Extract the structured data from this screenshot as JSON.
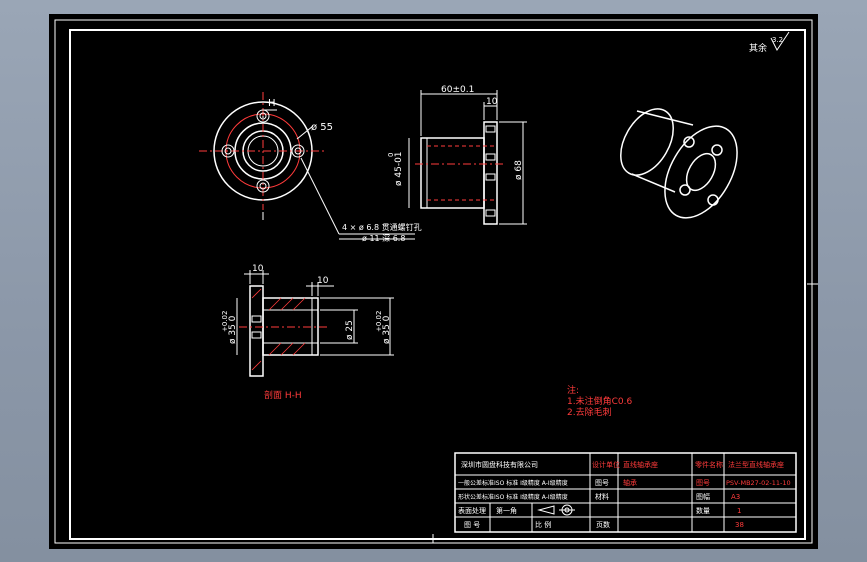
{
  "drawing": {
    "roughness_symbol": "其余",
    "roughness_value": "3.2",
    "section_marker": "H",
    "section_title": "剖面 H-H",
    "dims": {
      "dia_55": "ø 55",
      "len_60": "60±0.1",
      "len_10_top": "10",
      "dia_45": "ø 45-01",
      "dia_45_tol": "0",
      "dia_68": "ø 68",
      "hole_note": "4 × ø 6.8 贯通螺钉孔",
      "hole_note2": "ø 11 深 6.8",
      "len_10_a": "10",
      "len_10_b": "10",
      "dia_35_left": "ø 35 0",
      "dia_35_left_tol": "+0.02",
      "dia_25": "ø 25",
      "dia_35_right": "ø 35 0",
      "dia_35_right_tol": "+0.02"
    },
    "notes": {
      "title": "注:",
      "line1": "1.未注倒角C0.6",
      "line2": "2.去除毛刺"
    }
  },
  "title_block": {
    "company": "深圳市圆盘科技有限公司",
    "r1c2": "设计单位",
    "r1c3": "直线轴承座",
    "r1c4": "零件名称",
    "r1c5": "法兰型直线轴承座",
    "r2c1": "一般公差标准ISO 标准 I级精度 A-I级精度",
    "r2c2": "图号",
    "r2c3": "轴承",
    "r2c4": "图号",
    "r2c5": "PSV-MB27-02-11-10",
    "r3c1": "形状公差标准ISO 标准 I级精度 A-I级精度",
    "r3c2": "材料",
    "r3c4": "图幅",
    "r3c5": "A3",
    "r4c1": "表面处理",
    "r4c2": "第一角",
    "r4c4": "数量",
    "r4c5": "1",
    "r5c1": "图 号",
    "r5c2": "比 例",
    "r5c4": "页数",
    "r5c5": "38"
  }
}
